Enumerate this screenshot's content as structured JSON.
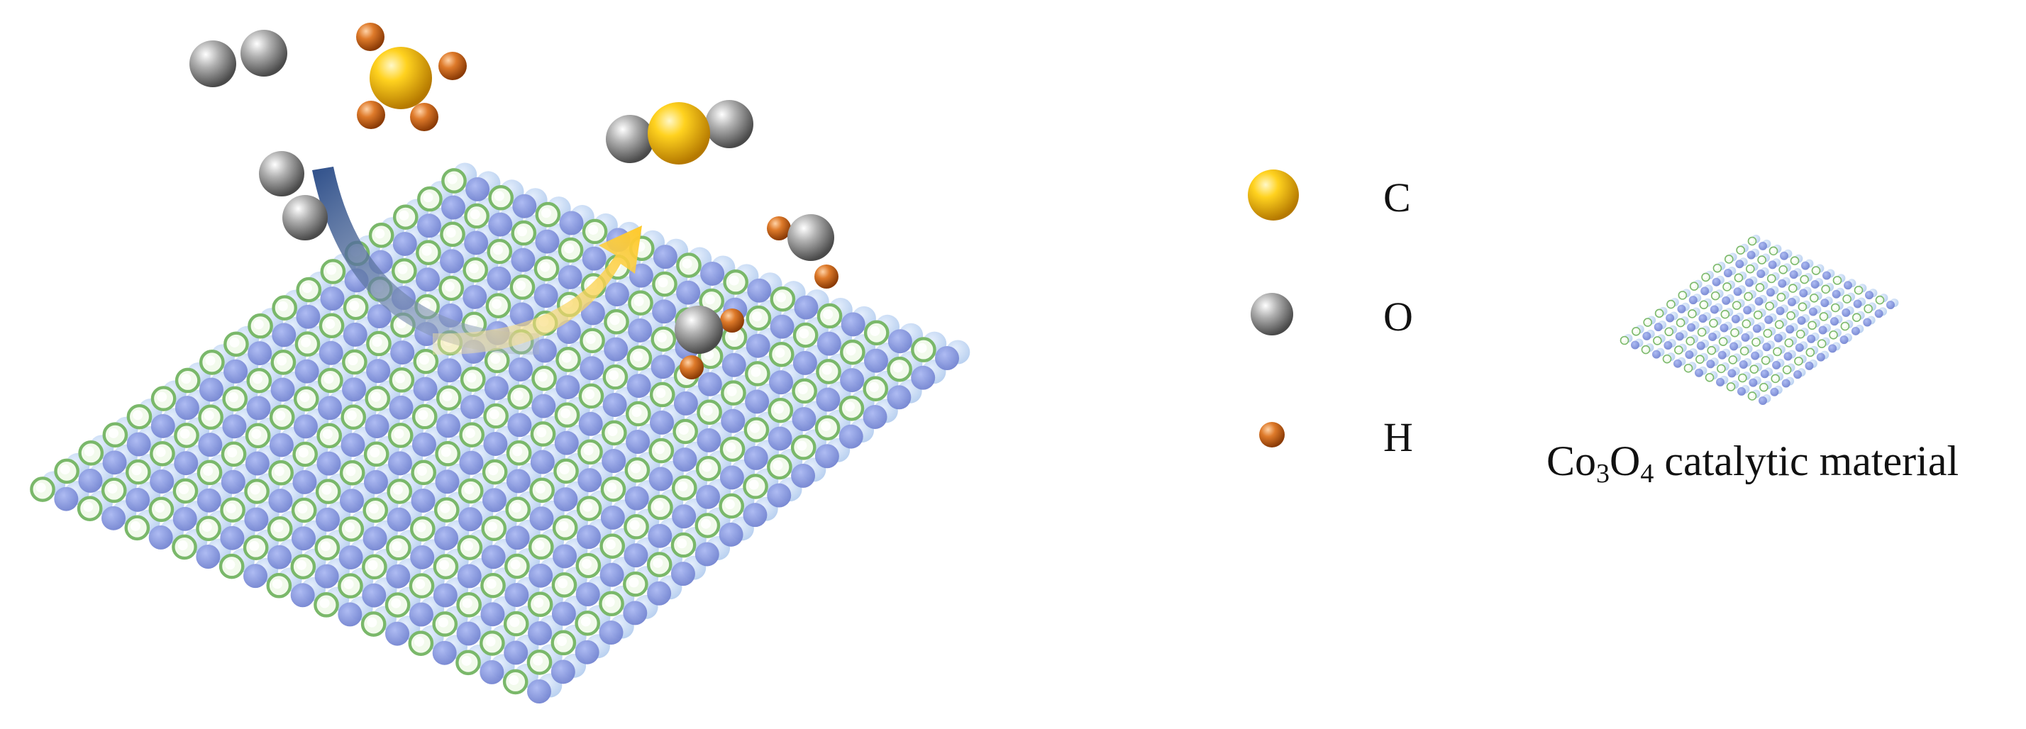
{
  "legend": {
    "items": [
      {
        "symbol": "C",
        "label": "C",
        "color": "#f2c200"
      },
      {
        "symbol": "O",
        "label": "O",
        "color": "#9a9a9a"
      },
      {
        "symbol": "H",
        "label": "H",
        "color": "#d2691e"
      }
    ]
  },
  "material": {
    "formula": {
      "el1": "Co",
      "n1": "3",
      "el2": "O",
      "n2": "4"
    },
    "rest": "catalytic material"
  },
  "colors": {
    "lattice_blue": "#8f9ee0",
    "lattice_green": "#b9e3a6",
    "arrow_blue": "#3f5f96",
    "arrow_yellow": "#ffd24a"
  }
}
